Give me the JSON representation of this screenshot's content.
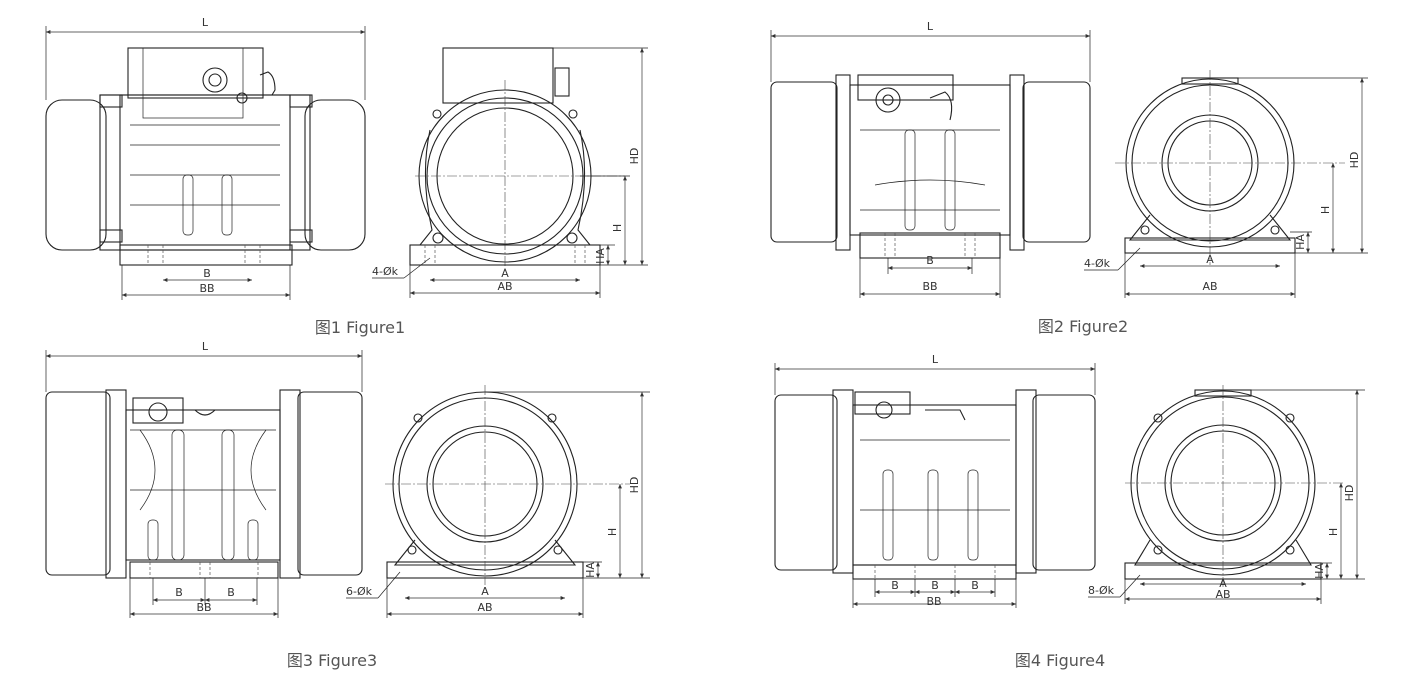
{
  "figures": [
    {
      "caption": "图1 Figure1",
      "side_labels": {
        "length": "L",
        "bolt_spacing": [
          "B"
        ],
        "base_width": "BB"
      },
      "front_labels": {
        "height_total": "HD",
        "shaft_height": "H",
        "foot_height": "HA",
        "hole_spacing": "A",
        "base_length": "AB",
        "holes": "4-Øk"
      }
    },
    {
      "caption": "图2 Figure2",
      "side_labels": {
        "length": "L",
        "bolt_spacing": [
          "B"
        ],
        "base_width": "BB"
      },
      "front_labels": {
        "height_total": "HD",
        "shaft_height": "H",
        "foot_height": "HA",
        "hole_spacing": "A",
        "base_length": "AB",
        "holes": "4-Øk"
      }
    },
    {
      "caption": "图3 Figure3",
      "side_labels": {
        "length": "L",
        "bolt_spacing": [
          "B",
          "B"
        ],
        "base_width": "BB"
      },
      "front_labels": {
        "height_total": "HD",
        "shaft_height": "H",
        "foot_height": "HA",
        "hole_spacing": "A",
        "base_length": "AB",
        "holes": "6-Øk"
      }
    },
    {
      "caption": "图4 Figure4",
      "side_labels": {
        "length": "L",
        "bolt_spacing": [
          "B",
          "B",
          "B"
        ],
        "base_width": "BB"
      },
      "front_labels": {
        "height_total": "HD",
        "shaft_height": "H",
        "foot_height": "HA",
        "hole_spacing": "A",
        "base_length": "AB",
        "holes": "8-Øk"
      }
    }
  ]
}
